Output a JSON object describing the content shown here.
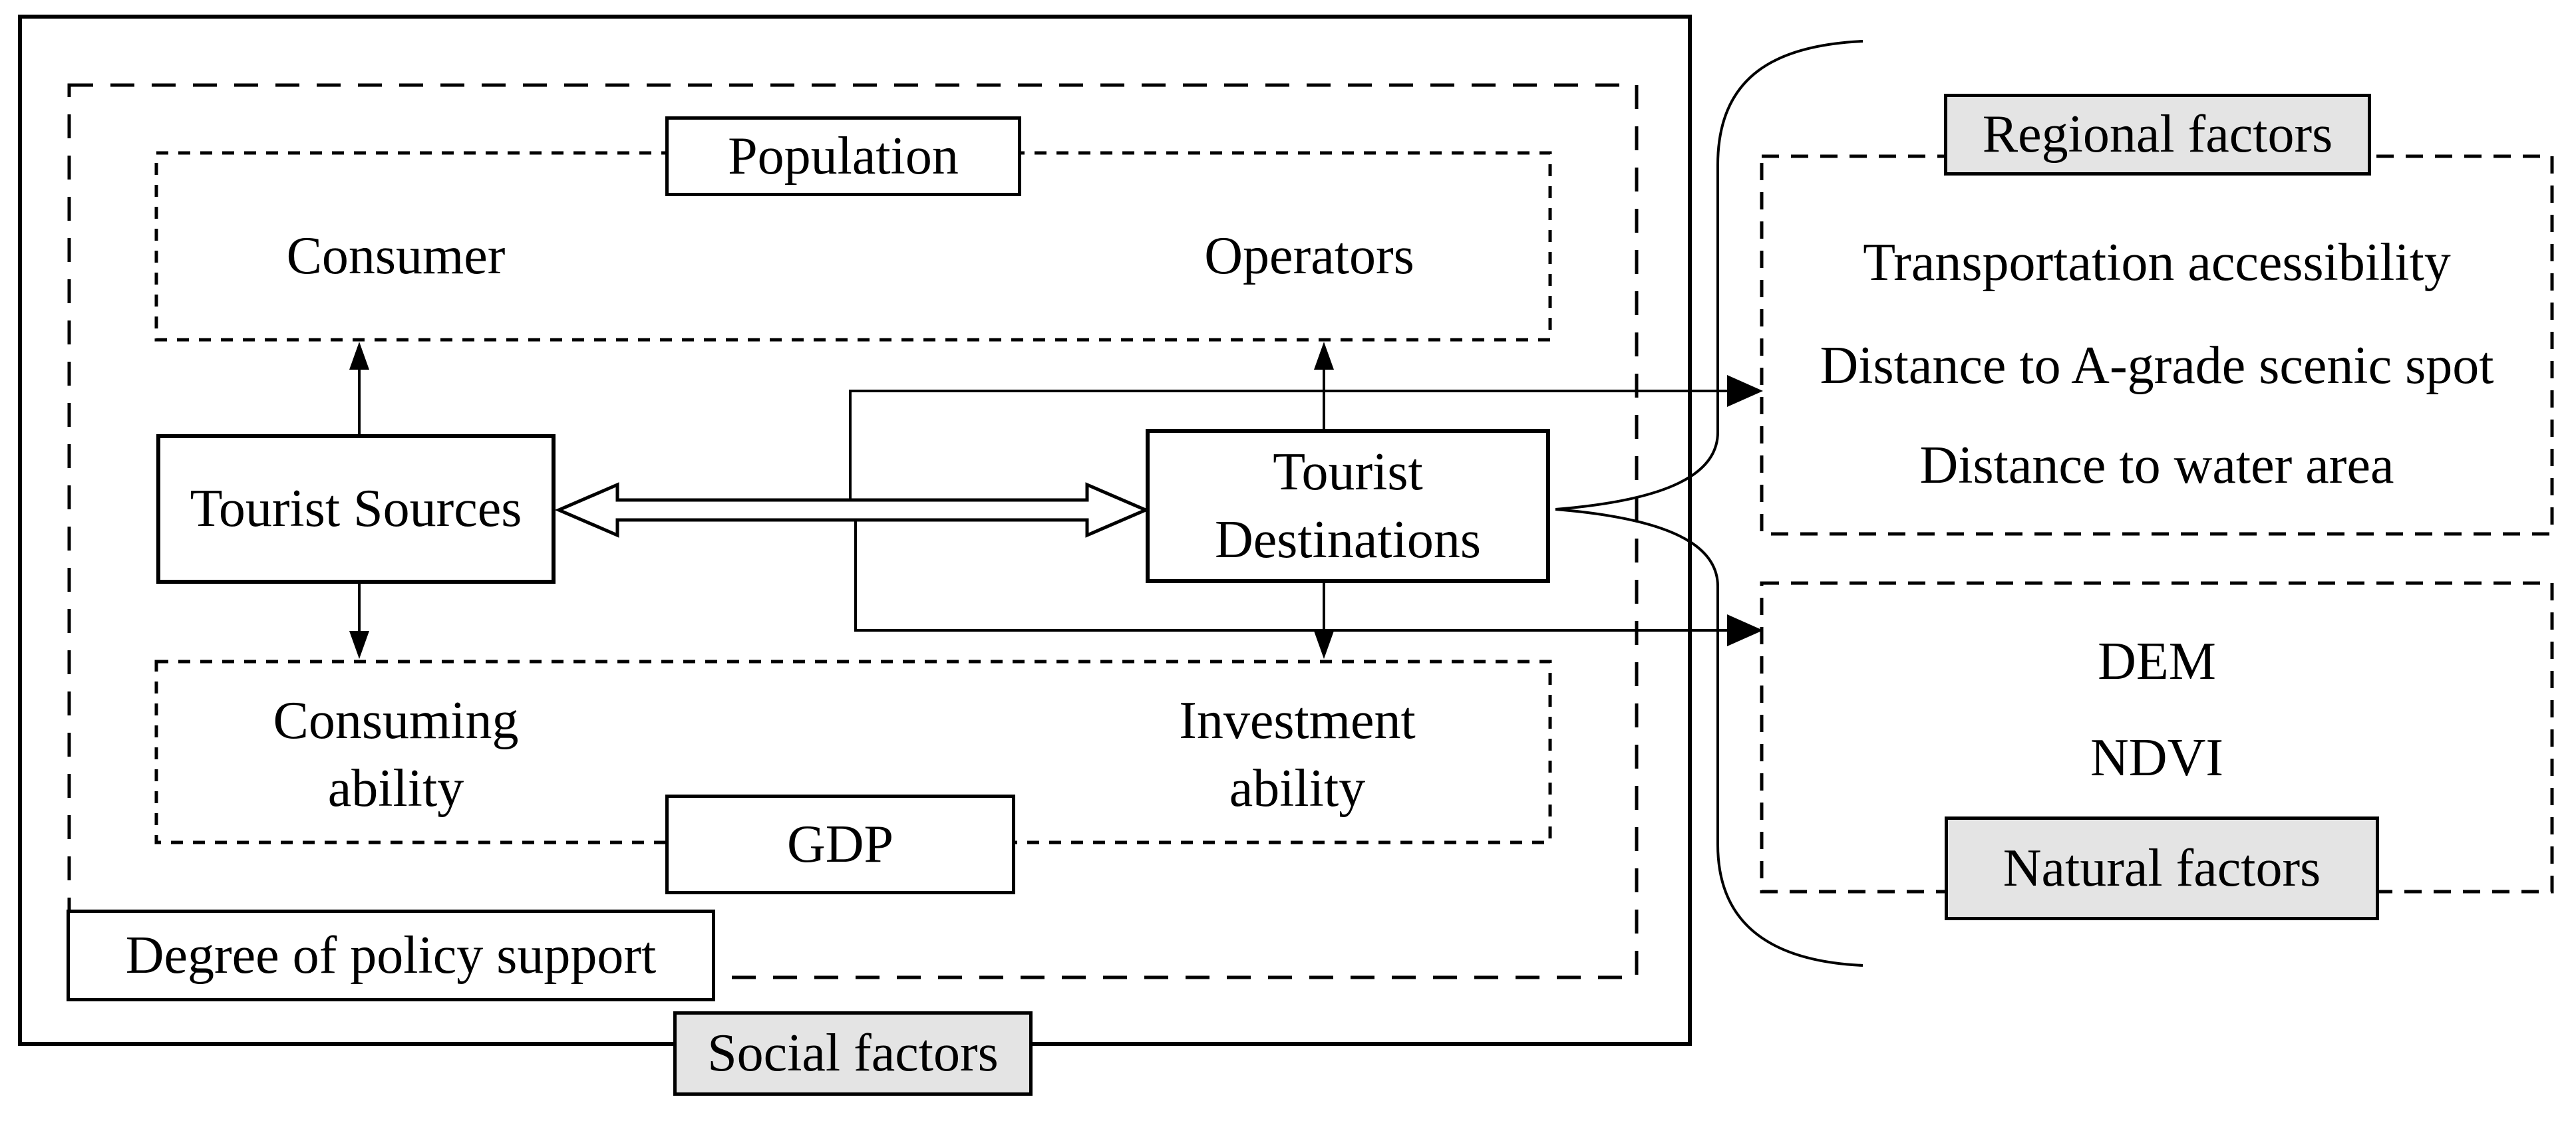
{
  "colors": {
    "line": "#000000",
    "box_bg": "#ffffff",
    "label_bg": "#e4e4e4"
  },
  "social_system": {
    "population_label": "Population",
    "consumer_label": "Consumer",
    "operators_label": "Operators",
    "tourist_sources_label": "Tourist Sources",
    "tourist_destinations_label": "Tourist\nDestinations",
    "consuming_ability_label": "Consuming\nability",
    "investment_ability_label": "Investment\nability",
    "gdp_label": "GDP",
    "policy_label": "Degree of policy support",
    "category_label": "Social factors"
  },
  "regional_factors": {
    "category_label": "Regional factors",
    "items": [
      "Transportation accessibility",
      "Distance to A-grade scenic spot",
      "Distance to water area"
    ]
  },
  "natural_factors": {
    "category_label": "Natural factors",
    "items": [
      "DEM",
      "NDVI"
    ]
  }
}
